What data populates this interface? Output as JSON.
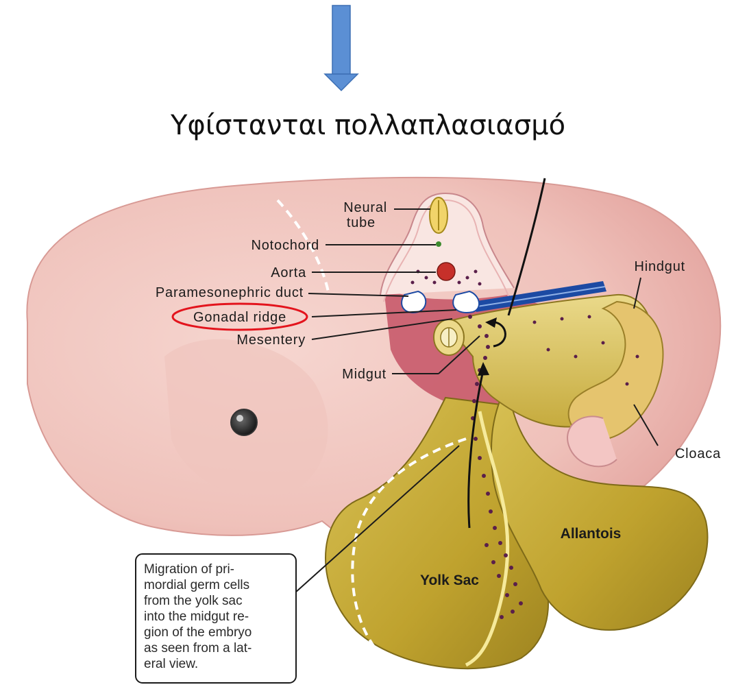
{
  "heading": "Υφίστανται πολλαπλασιασμό",
  "colors": {
    "arrow": "#5b8fd4",
    "arrow_outline": "#3c6fb4",
    "embryo": "#f0c2bc",
    "embryo_dark": "#c5566a",
    "gut": "#c6ad3a",
    "gut_light": "#e3cf72",
    "highlight_ring": "#e3141d",
    "aorta": "#c6302a",
    "duct": "#1c4aa3"
  },
  "diagram": {
    "labels": {
      "neural_tube_line1": "Neural",
      "neural_tube_line2": "tube",
      "notochord": "Notochord",
      "aorta": "Aorta",
      "paramesonephric_duct": "Paramesonephric duct",
      "gonadal_ridge": "Gonadal ridge",
      "mesentery": "Mesentery",
      "midgut": "Midgut",
      "hindgut": "Hindgut",
      "cloaca": "Cloaca",
      "allantois": "Allantois",
      "yolk_sac": "Yolk Sac"
    },
    "caption_lines": [
      "Migration of pri-",
      "mordial germ cells",
      "from the yolk sac",
      "into the midgut re-",
      "gion of the embryo",
      "as seen from a lat-",
      "eral view."
    ]
  }
}
